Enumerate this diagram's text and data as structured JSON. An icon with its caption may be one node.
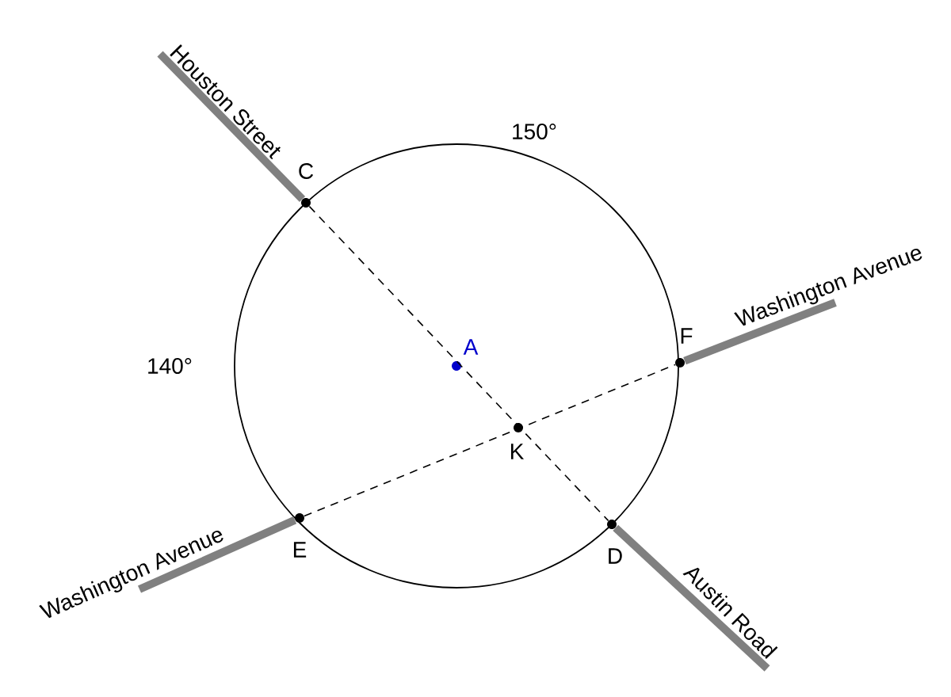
{
  "diagram": {
    "nodes": [
      {
        "text": [
          "C"
        ]
      },
      {
        "text": [
          "A"
        ]
      },
      {
        "text": [
          "F"
        ]
      },
      {
        "text": [
          "K"
        ]
      },
      {
        "text": [
          "E"
        ]
      },
      {
        "text": [
          "D"
        ]
      },
      {
        "text": [
          "Houston Street"
        ]
      },
      {
        "text": [
          "Washington Avenue"
        ]
      },
      {
        "text": [
          "Washington Avenue"
        ]
      },
      {
        "text": [
          "Austin Road"
        ]
      }
    ],
    "edges": [
      {
        "from": 0,
        "to": 5,
        "arrow": "none",
        "style": "dashed",
        "color": "#000000"
      },
      {
        "from": 4,
        "to": 2,
        "arrow": "none",
        "style": "dashed",
        "color": "#000000"
      },
      {
        "from": 0,
        "to": 6,
        "arrow": "none"
      },
      {
        "from": 2,
        "to": 7,
        "arrow": "none"
      },
      {
        "from": 4,
        "to": 8,
        "arrow": "none"
      },
      {
        "from": 5,
        "to": 9,
        "arrow": "none"
      }
    ],
    "labels": [
      "150°",
      "140°"
    ]
  }
}
